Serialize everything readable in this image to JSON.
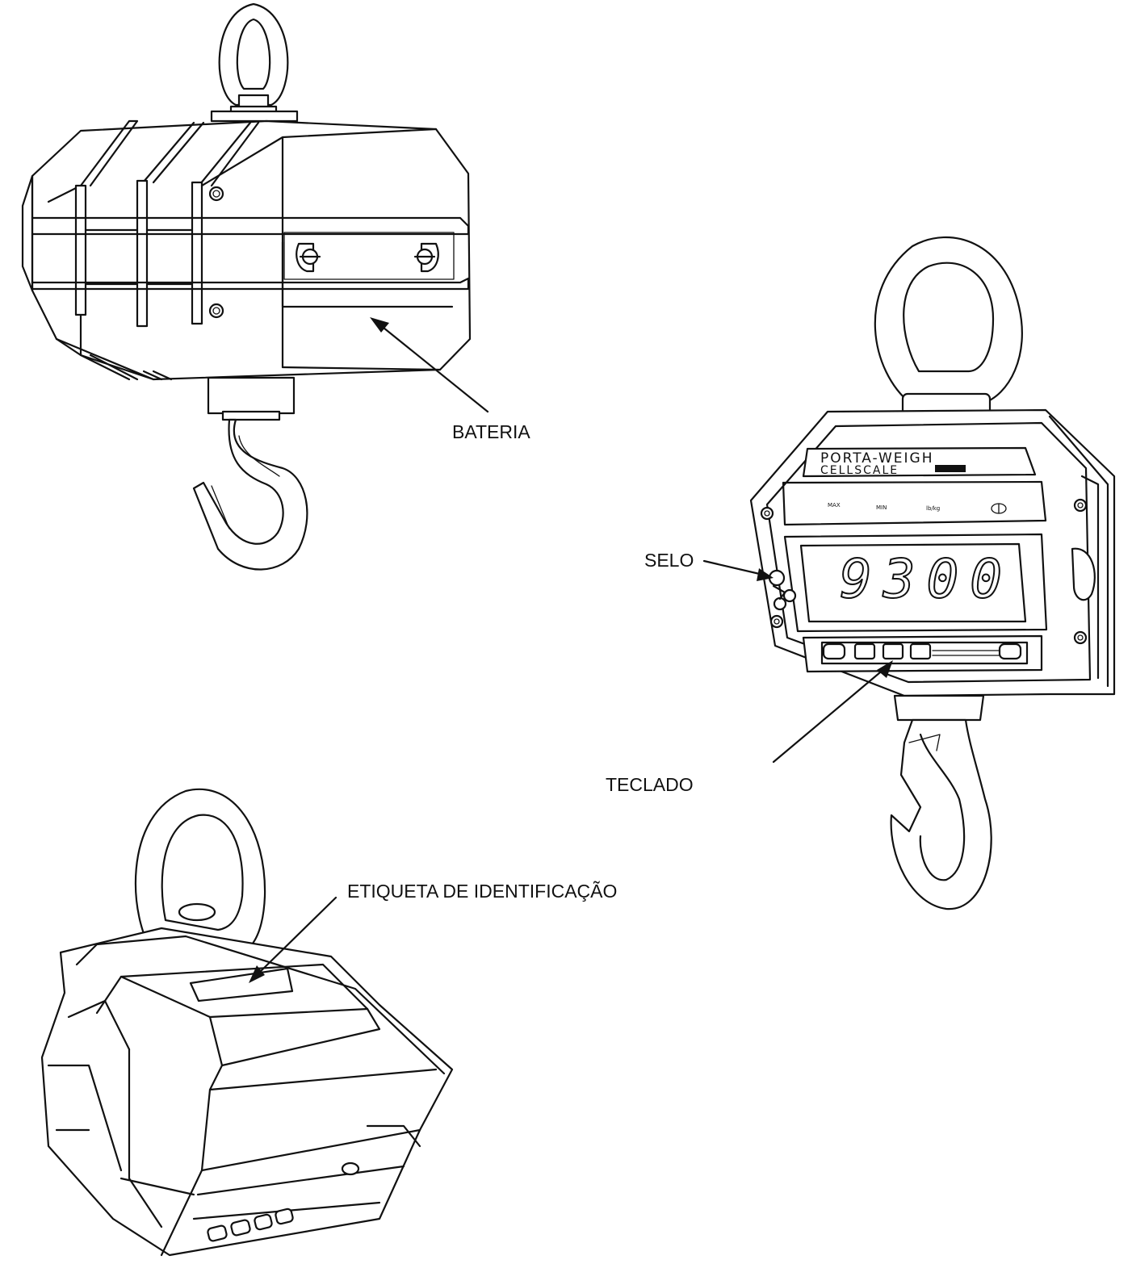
{
  "callouts": {
    "bateria": "BATERIA",
    "selo": "SELO",
    "teclado": "TECLADO",
    "etiqueta": "ETIQUETA DE IDENTIFICAÇÃO"
  },
  "front_panel": {
    "brand_line1": "PORTA-WEIGH",
    "brand_line2": "CELLSCALE",
    "indicators": [
      "MAX",
      "MIN",
      "lb/kg"
    ],
    "display_value": "9300"
  }
}
